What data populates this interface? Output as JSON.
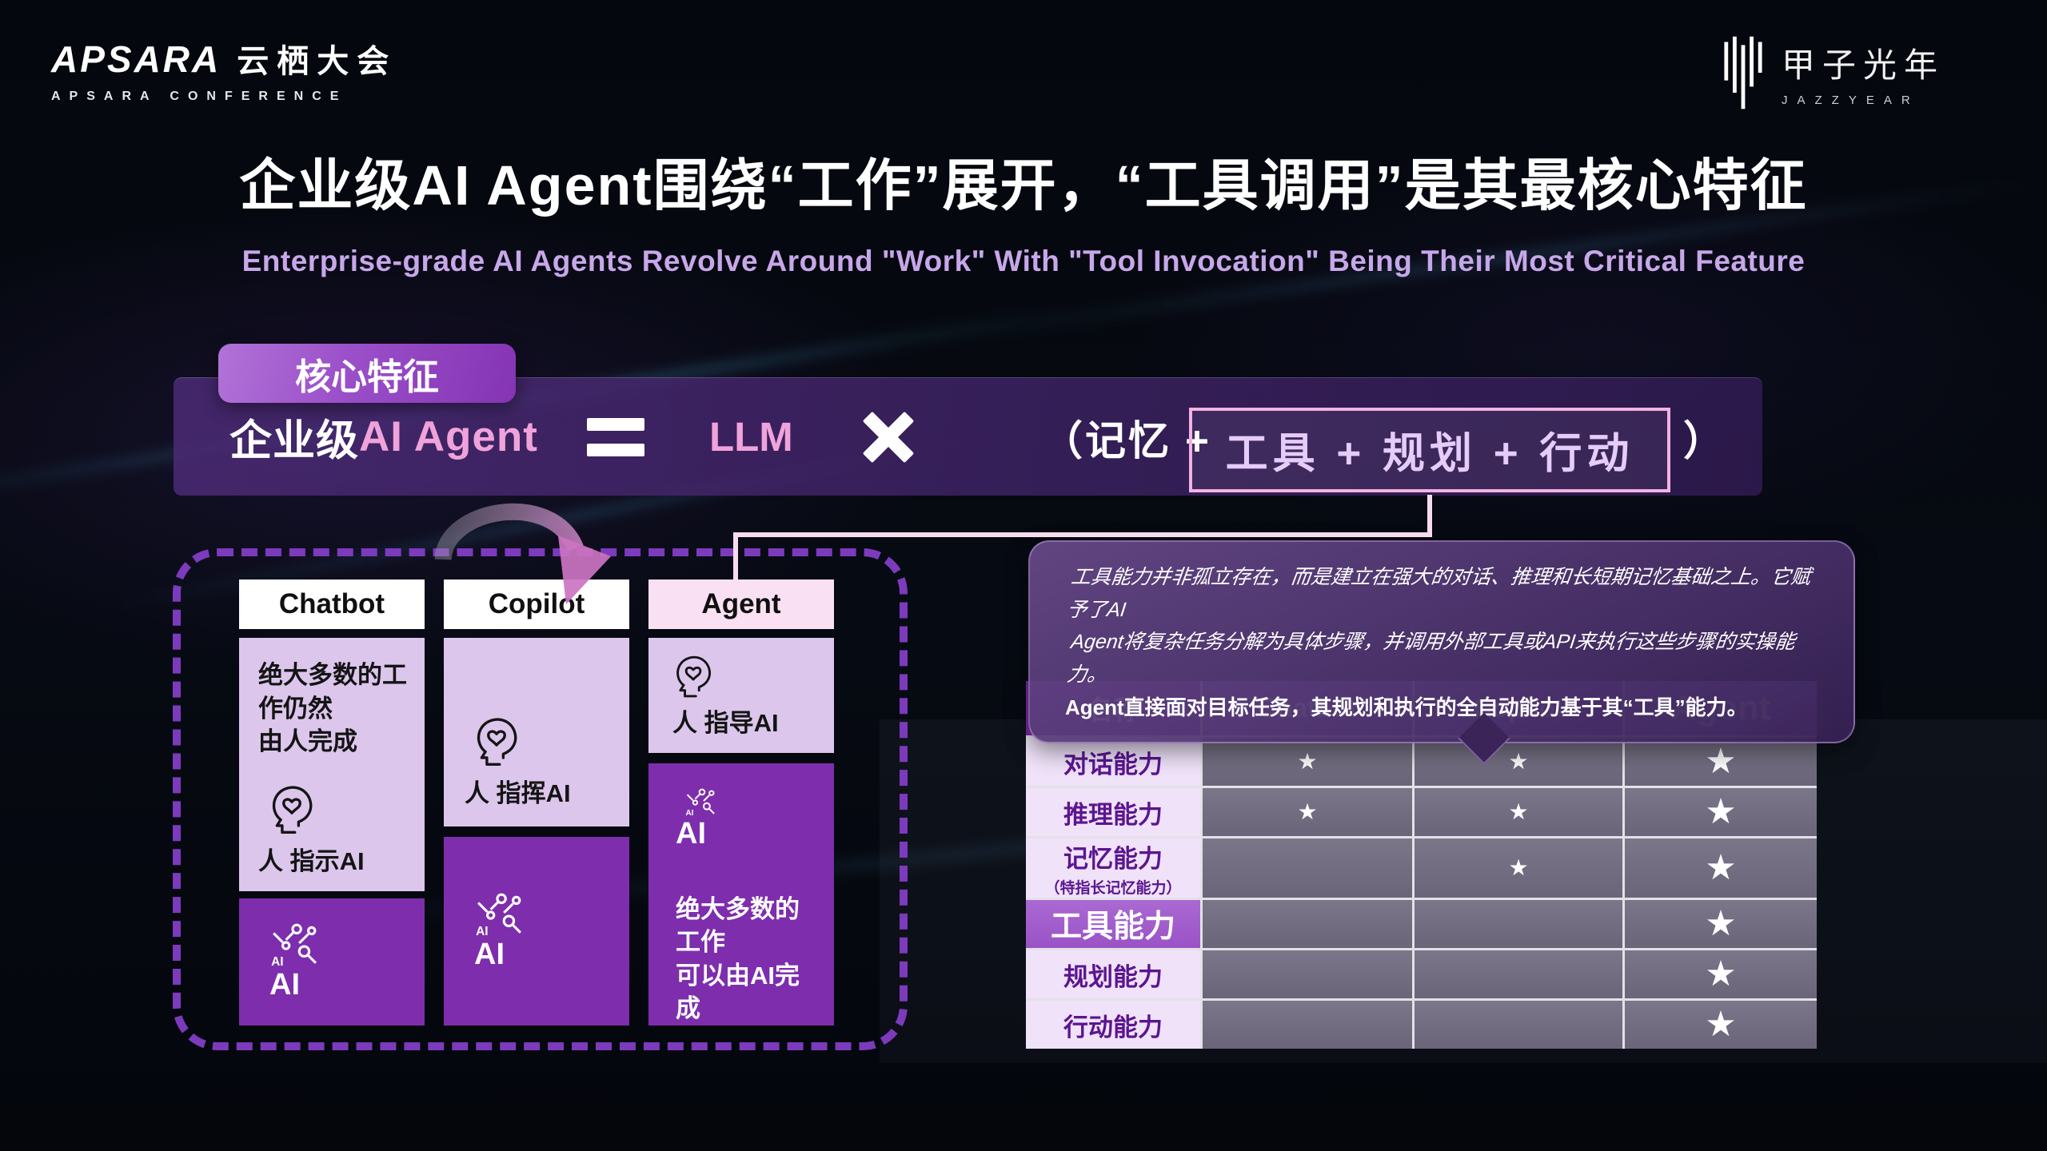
{
  "header": {
    "logo_left": {
      "brand": "APSARA",
      "brand_cn": "云栖大会",
      "sub": "APSARA CONFERENCE"
    },
    "logo_right": {
      "brand_cn": "甲子光年",
      "sub": "JAZZYEAR"
    }
  },
  "title": "企业级AI Agent围绕“工作”展开，“工具调用”是其最核心特征",
  "subtitle": "Enterprise-grade AI Agents Revolve Around \"Work\" With \"Tool Invocation\" Being Their Most Critical Feature",
  "badge": "核心特征",
  "formula": {
    "prefix": "企业级",
    "highlight": "AI Agent",
    "llm": "LLM",
    "open": "（记忆 +",
    "boxed": "工具 + 规划 + 行动",
    "close": "）"
  },
  "diagram": {
    "columns": [
      {
        "header": "Chatbot",
        "top_text": "绝大多数的工\n作仍然\n由人完成",
        "human_label": "人 指示AI",
        "ai_label": "AI",
        "bottom_text": ""
      },
      {
        "header": "Copilot",
        "top_text": "",
        "human_label": "人 指挥AI",
        "ai_label": "AI",
        "bottom_text": ""
      },
      {
        "header": "Agent",
        "top_text": "",
        "human_label": "人 指导AI",
        "ai_label": "AI",
        "bottom_text": "绝大多数的工作\n可以由AI完成"
      }
    ]
  },
  "tooltip": {
    "line1": "工具能力并非孤立存在，而是建立在强大的对话、推理和长短期记忆基础之上。它赋予了AI",
    "line2": "Agent将复杂任务分解为具体步骤，并调用外部工具或API来执行这些步骤的实操能力。",
    "line3": "Agent直接面对目标任务，其规划和执行的全自动能力基于其“工具”能力。"
  },
  "table": {
    "headers": [
      "名称",
      "Chatbot",
      "Copilot",
      "Agent"
    ],
    "rows": [
      {
        "label": "对话能力",
        "sub": "",
        "cells": [
          "★",
          "★",
          "★"
        ]
      },
      {
        "label": "推理能力",
        "sub": "",
        "cells": [
          "★",
          "★",
          "★"
        ]
      },
      {
        "label": "记忆能力",
        "sub": "（特指长记忆能力）",
        "cells": [
          "",
          "★",
          "★"
        ]
      },
      {
        "label": "工具能力",
        "sub": "",
        "cells": [
          "",
          "",
          "★"
        ]
      },
      {
        "label": "规划能力",
        "sub": "",
        "cells": [
          "",
          "",
          "★"
        ]
      },
      {
        "label": "行动能力",
        "sub": "",
        "cells": [
          "",
          "",
          "★"
        ]
      }
    ]
  },
  "colors": {
    "accent_purple": "#7c3abc",
    "pink": "#f0a3da",
    "badge_gradient": "#9a4ec8",
    "light_block": "#dcc6ec",
    "purple_block": "#7e2dad",
    "table_header_name": "#7b2aa6",
    "table_header_mid": "#8d50bd",
    "table_header_agent": "#a873d6",
    "row_label_bg": "#efe2f9",
    "row_label_text": "#5b1590"
  }
}
